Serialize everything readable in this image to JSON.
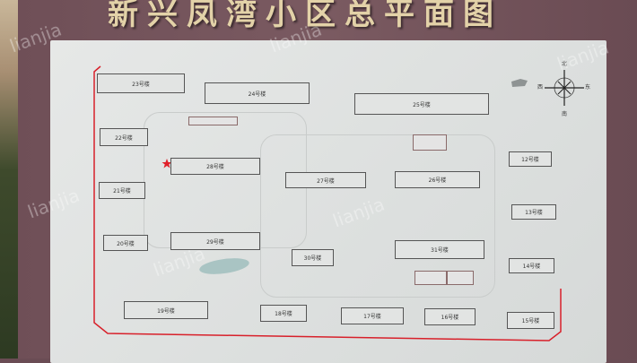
{
  "sign": {
    "title": "新兴凤湾小区总平面图"
  },
  "watermark": "lianjia",
  "compass": {
    "north": "北",
    "south": "南",
    "east": "东",
    "west": "西"
  },
  "buildings": [
    "23号楼",
    "24号楼",
    "25号楼",
    "22号楼",
    "28号楼",
    "27号楼",
    "26号楼",
    "12号楼",
    "13号楼",
    "21号楼",
    "20号楼",
    "29号楼",
    "30号楼",
    "31号楼",
    "14号楼",
    "19号楼",
    "18号楼",
    "17号楼",
    "16号楼",
    "15号楼"
  ],
  "colors": {
    "frame": "#6a4c54",
    "board": "#dfe2e1",
    "boundary": "#d8202a",
    "marker": "#e0202a"
  }
}
